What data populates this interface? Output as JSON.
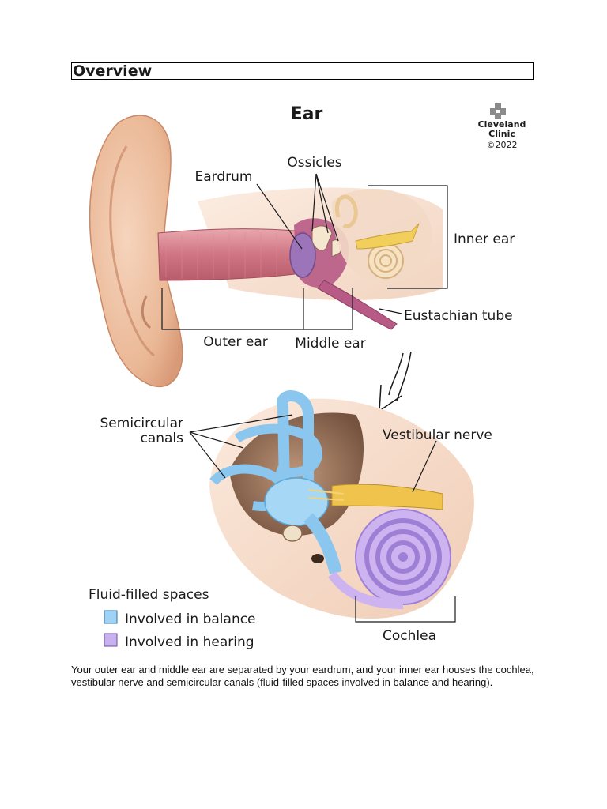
{
  "section": {
    "title": "Overview"
  },
  "figure": {
    "title": "Ear",
    "credit": {
      "line1": "Cleveland",
      "line2": "Clinic",
      "year": "©2022"
    },
    "labels": {
      "eardrum": "Eardrum",
      "ossicles": "Ossicles",
      "inner_ear": "Inner ear",
      "eustachian_tube": "Eustachian tube",
      "outer_ear": "Outer ear",
      "middle_ear": "Middle ear",
      "semicircular_canals_line1": "Semicircular",
      "semicircular_canals_line2": "canals",
      "vestibular_nerve": "Vestibular nerve",
      "cochlea": "Cochlea"
    },
    "legend": {
      "title": "Fluid-filled spaces",
      "items": [
        {
          "label": "Involved in balance",
          "color": "#9fd3f5"
        },
        {
          "label": "Involved in hearing",
          "color": "#c9b0ef"
        }
      ]
    }
  },
  "caption": "Your outer ear and middle ear are separated by your eardrum, and your inner ear houses the cochlea, vestibular nerve and semicircular canals (fluid-filled spaces involved in balance and hearing)."
}
